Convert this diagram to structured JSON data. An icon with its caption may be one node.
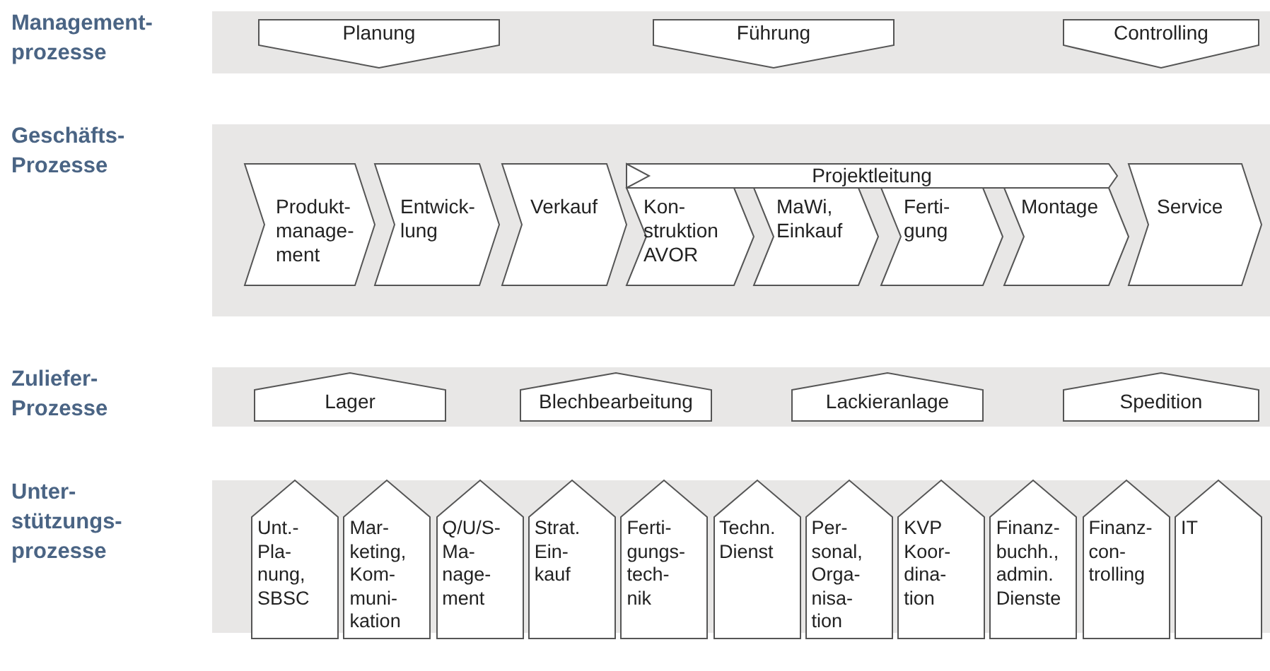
{
  "diagram": {
    "nodes": [
      {
        "text": [
          "Management- prozesse"
        ]
      },
      {
        "text": [
          "Planung"
        ],
        "in": 0
      },
      {
        "text": [
          "Führung"
        ],
        "in": 0
      },
      {
        "text": [
          "Controlling"
        ],
        "in": 0
      },
      {
        "text": [
          "Geschäfts- Prozesse"
        ]
      },
      {
        "text": [
          "Produkt- manage- ment"
        ],
        "in": 4
      },
      {
        "text": [
          "Entwick- lung"
        ],
        "in": 4
      },
      {
        "text": [
          "Verkauf"
        ],
        "in": 4
      },
      {
        "text": [
          "Projektleitung"
        ],
        "in": 4
      },
      {
        "text": [
          "Kon- struktion AVOR"
        ],
        "in": 4
      },
      {
        "text": [
          "MaWi, Einkauf"
        ],
        "in": 4
      },
      {
        "text": [
          "Ferti- gung"
        ],
        "in": 4
      },
      {
        "text": [
          "Montage"
        ],
        "in": 4
      },
      {
        "text": [
          "Service"
        ],
        "in": 4
      },
      {
        "text": [
          "Zuliefer- Prozesse"
        ]
      },
      {
        "text": [
          "Lager"
        ],
        "in": 14
      },
      {
        "text": [
          "Blechbearbeitung"
        ],
        "in": 14
      },
      {
        "text": [
          "Lackieranlage"
        ],
        "in": 14
      },
      {
        "text": [
          "Spedition"
        ],
        "in": 14
      },
      {
        "text": [
          "Unter- stützungs- prozesse"
        ]
      },
      {
        "text": [
          "Unt.- Pla- nung, SBSC"
        ],
        "in": 19
      },
      {
        "text": [
          "Mar- keting, Kom- muni- kation"
        ],
        "in": 19
      },
      {
        "text": [
          "Q/U/S- Ma- nage- ment"
        ],
        "in": 19
      },
      {
        "text": [
          "Strat. Ein- kauf"
        ],
        "in": 19
      },
      {
        "text": [
          "Ferti- gungs- tech- nik"
        ],
        "in": 19
      },
      {
        "text": [
          "Techn. Dienst"
        ],
        "in": 19
      },
      {
        "text": [
          "Per- sonal, Orga- nisa- tion"
        ],
        "in": 19
      },
      {
        "text": [
          "KVP Koor- dina- tion"
        ],
        "in": 19
      },
      {
        "text": [
          "Finanz- buchh., admin. Dienste"
        ],
        "in": 19
      },
      {
        "text": [
          "Finanz- con- trolling"
        ],
        "in": 19
      },
      {
        "text": [
          "IT"
        ],
        "in": 19
      }
    ]
  }
}
